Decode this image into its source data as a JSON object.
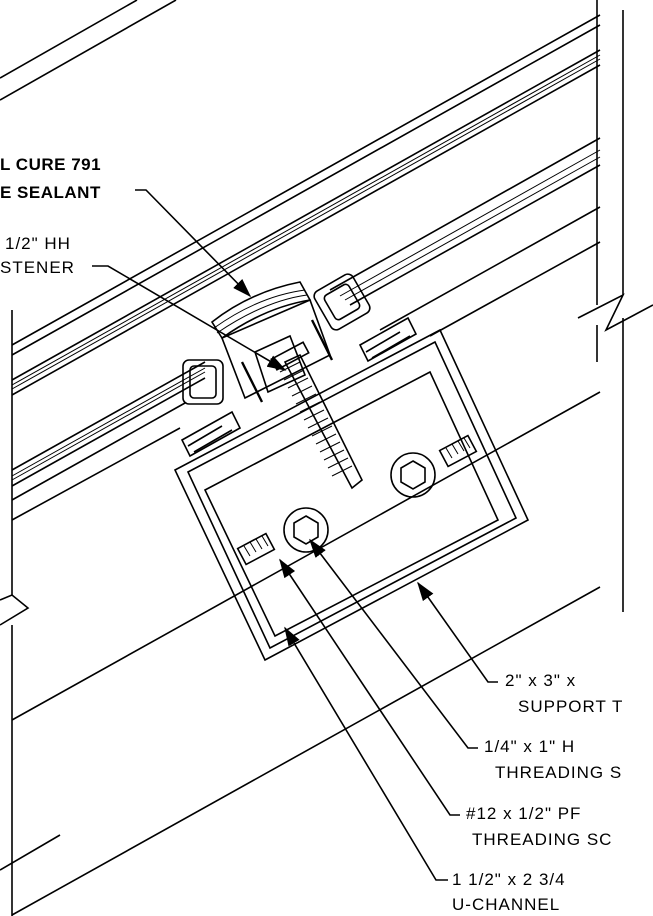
{
  "callouts": {
    "sealant_line1": "L CURE 791",
    "sealant_line2": "E SEALANT",
    "fastener_line1": "1/2\" HH",
    "fastener_line2": "STENER",
    "tube_line1": "2\" x 3\" x",
    "tube_line2": "SUPPORT T",
    "self_thread_line1": "1/4\" x 1\" H",
    "self_thread_line2": "THREADING S",
    "pf_screw_line1": "#12 x 1/2\" PF",
    "pf_screw_line2": "THREADING SC",
    "channel_line1": "1 1/2\" x 2 3/4",
    "channel_line2": "U-CHANNEL"
  }
}
